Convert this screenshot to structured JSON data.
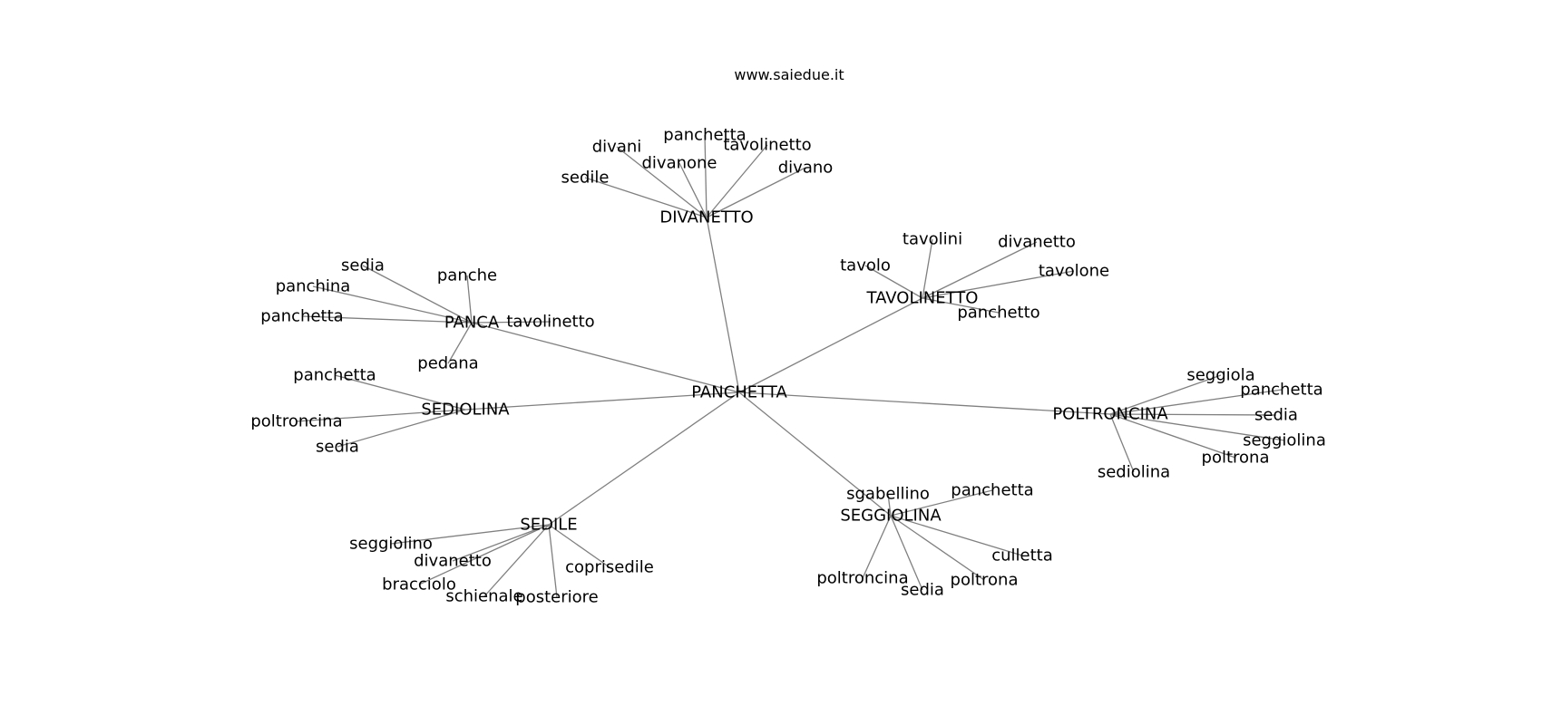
{
  "source": "www.saiedue.it",
  "root": "PANCHETTA",
  "hubs": [
    {
      "id": "divanetto",
      "label": "DIVANETTO",
      "leaves": [
        "sedile",
        "divani",
        "divanone",
        "panchetta",
        "tavolinetto",
        "divano"
      ]
    },
    {
      "id": "tavolinetto",
      "label": "TAVOLINETTO",
      "leaves": [
        "tavolo",
        "tavolini",
        "divanetto",
        "tavolone",
        "panchetto"
      ]
    },
    {
      "id": "panca",
      "label": "PANCA",
      "leaves": [
        "sedia",
        "panchina",
        "panchetta",
        "panche",
        "tavolinetto",
        "pedana"
      ]
    },
    {
      "id": "sediolina",
      "label": "SEDIOLINA",
      "leaves": [
        "panchetta",
        "poltroncina",
        "sedia"
      ]
    },
    {
      "id": "poltroncina",
      "label": "POLTRONCINA",
      "leaves": [
        "seggiola",
        "panchetta",
        "sedia",
        "seggiolina",
        "poltrona",
        "sediolina"
      ]
    },
    {
      "id": "seggiolina",
      "label": "SEGGIOLINA",
      "leaves": [
        "sgabellino",
        "panchetta",
        "culletta",
        "poltroncina",
        "sedia",
        "poltrona"
      ]
    },
    {
      "id": "sedile",
      "label": "SEDILE",
      "leaves": [
        "seggiolino",
        "divanetto",
        "bracciolo",
        "schienale",
        "posteriore",
        "coprisedile"
      ]
    }
  ]
}
